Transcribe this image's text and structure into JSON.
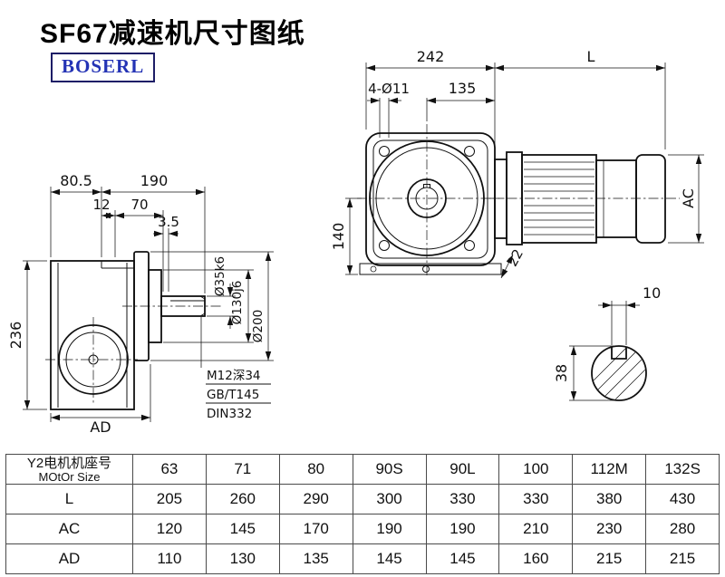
{
  "page": {
    "title": "SF67减速机尺寸图纸",
    "logo": "BOSERL"
  },
  "drawing": {
    "front": {
      "d242": "242",
      "dL": "L",
      "holes": "4-Ø11",
      "d135": "135",
      "d140": "140",
      "d22": "22",
      "dAC": "AC"
    },
    "side": {
      "d80_5": "80.5",
      "d190": "190",
      "d12": "12",
      "d70": "70",
      "d3_5": "3.5",
      "d236": "236",
      "dAD": "AD",
      "shaft_dia": "Ø35k6",
      "boss_dia": "Ø130j6",
      "flange_dia": "Ø200",
      "note1": "M12深34",
      "note2": "GB/T145",
      "note3": "DIN332"
    },
    "shaft": {
      "d10": "10",
      "d38": "38"
    }
  },
  "table": {
    "motor_header_line1": "Y2电机机座号",
    "motor_header_line2": "MOtOr Size",
    "sizes": [
      "63",
      "71",
      "80",
      "90S",
      "90L",
      "100",
      "112M",
      "132S"
    ],
    "rows": [
      {
        "label": "L",
        "values": [
          "205",
          "260",
          "290",
          "300",
          "330",
          "330",
          "380",
          "430"
        ]
      },
      {
        "label": "AC",
        "values": [
          "120",
          "145",
          "170",
          "190",
          "190",
          "210",
          "230",
          "280"
        ]
      },
      {
        "label": "AD",
        "values": [
          "110",
          "130",
          "135",
          "145",
          "145",
          "160",
          "215",
          "215"
        ]
      }
    ]
  }
}
